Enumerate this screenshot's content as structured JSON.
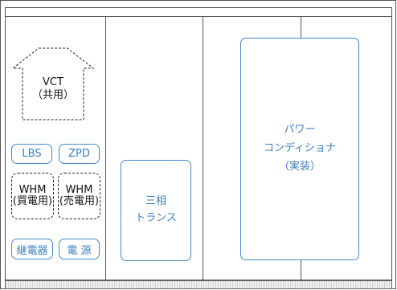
{
  "vct": {
    "label": "VCT",
    "sub": "（共用）"
  },
  "lbs": "LBS",
  "zpd": "ZPD",
  "whm_buy": {
    "label": "WHM",
    "sub": "(買電用)"
  },
  "whm_sell": {
    "label": "WHM",
    "sub": "(売電用)"
  },
  "relay": "継電器",
  "power": "電 源",
  "transformer": {
    "line1": "三相",
    "line2": "トランス"
  },
  "pcs": {
    "line1": "パワー",
    "line2": "コンディショナ",
    "line3": "（実装）"
  },
  "colors": {
    "accent": "#4a86c6",
    "frame": "#555555"
  }
}
